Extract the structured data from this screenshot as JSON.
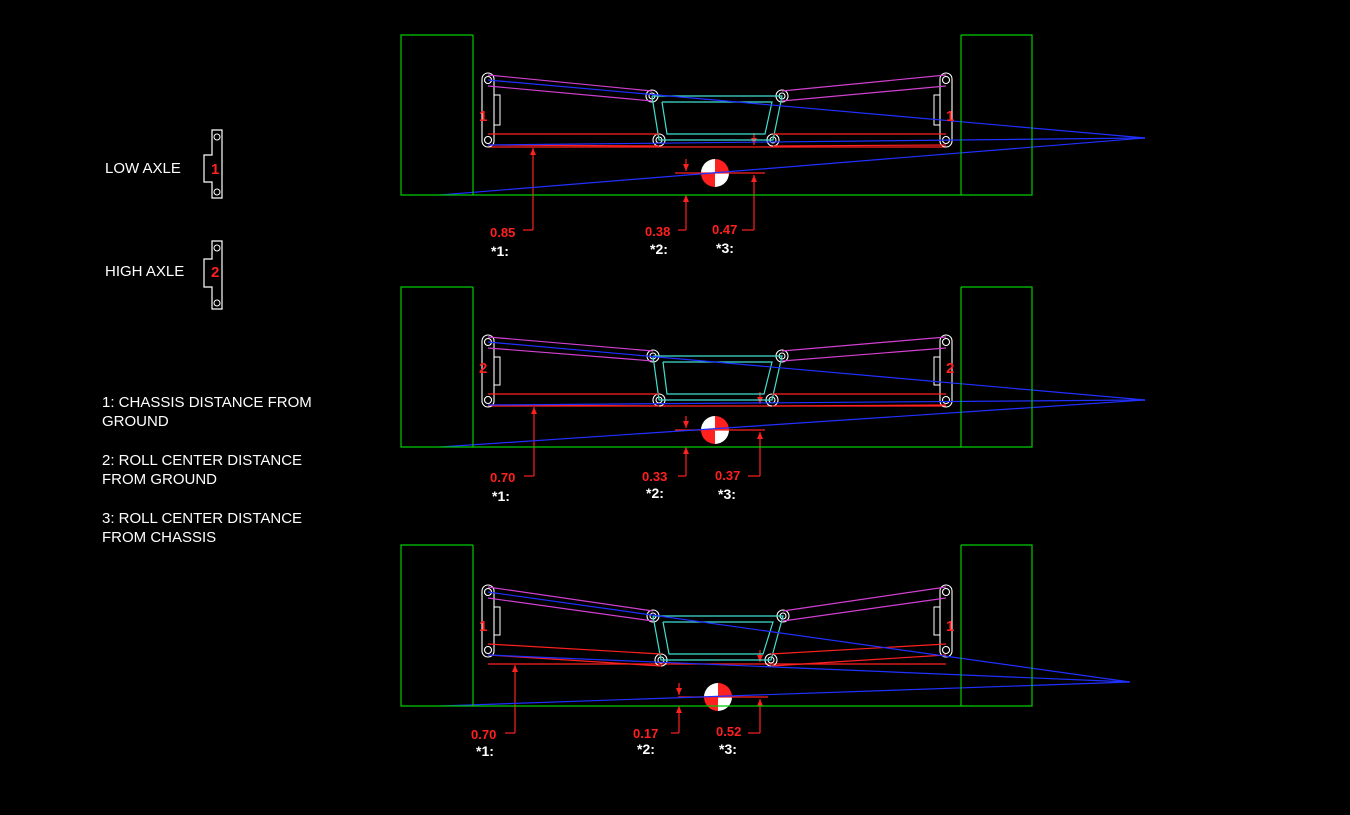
{
  "legend": {
    "low_axle_label": "LOW AXLE",
    "low_axle_number": "1",
    "high_axle_label": "HIGH AXLE",
    "high_axle_number": "2",
    "notes": [
      {
        "line1": "1: CHASSIS DISTANCE FROM",
        "line2": "GROUND"
      },
      {
        "line1": "2: ROLL CENTER DISTANCE",
        "line2": "FROM GROUND"
      },
      {
        "line1": "3: ROLL CENTER DISTANCE",
        "line2": "FROM CHASSIS"
      }
    ]
  },
  "views": [
    {
      "axle": "1",
      "m1": "0.85",
      "m2": "0.38",
      "m3": "0.47",
      "r1": "*1:",
      "r2": "*2:",
      "r3": "*3:"
    },
    {
      "axle": "2",
      "m1": "0.70",
      "m2": "0.33",
      "m3": "0.37",
      "r1": "*1:",
      "r2": "*2:",
      "r3": "*3:"
    },
    {
      "axle": "1",
      "m1": "0.70",
      "m2": "0.17",
      "m3": "0.52",
      "r1": "*1:",
      "r2": "*2:",
      "r3": "*3:"
    }
  ],
  "colors": {
    "background": "#000000",
    "wheel": "#00cc00",
    "upper_arm": "#d040d0",
    "lower_arm": "#ff2020",
    "chassis": "#40e0d0",
    "roll_line": "#2030ff",
    "dimension": "#ff2020",
    "text": "#ffffff"
  }
}
